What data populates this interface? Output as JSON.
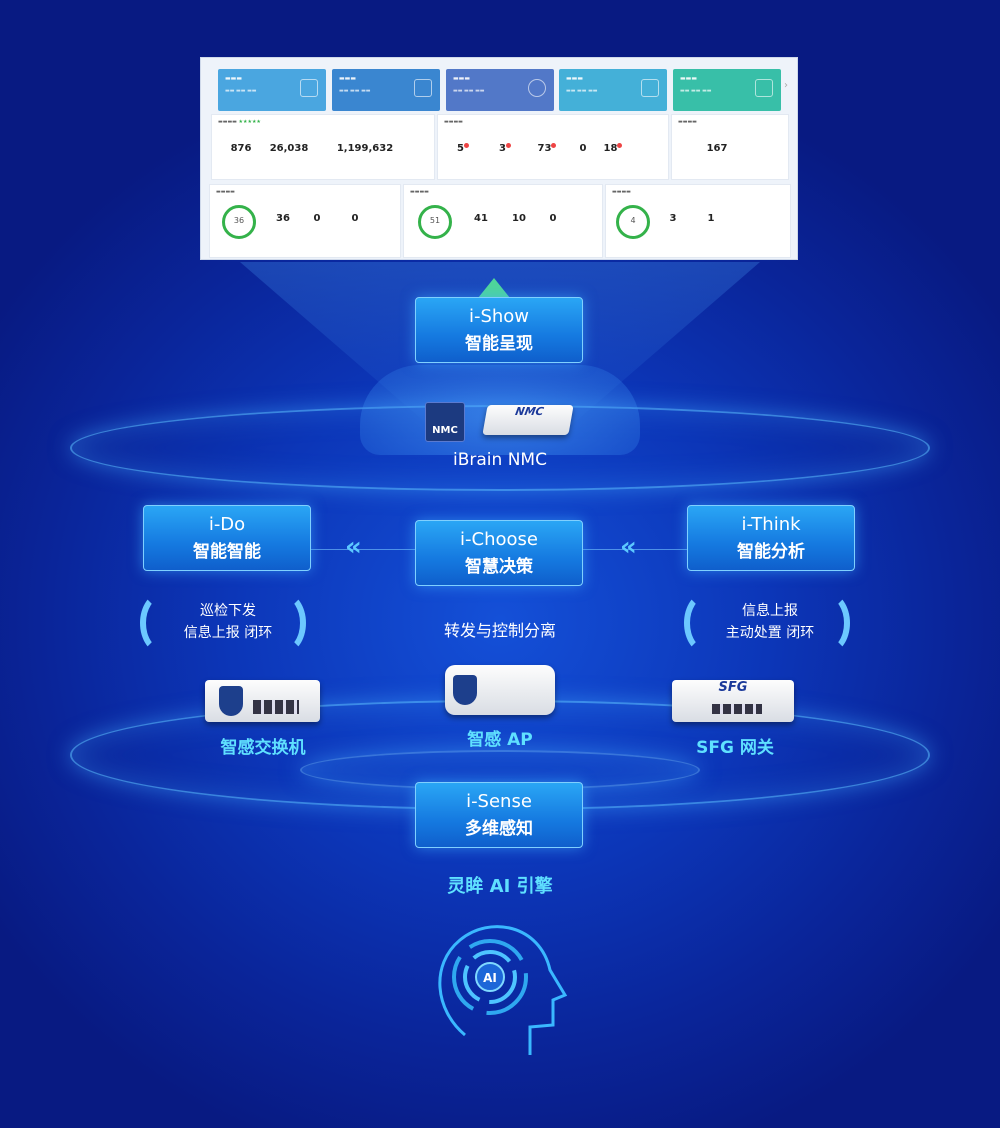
{
  "dashboard": {
    "cards": [
      {
        "color": "#4aa6e0"
      },
      {
        "color": "#3a86d0"
      },
      {
        "color": "#5278c8"
      },
      {
        "color": "#44b0d8"
      },
      {
        "color": "#38bfa8"
      }
    ],
    "row1": {
      "stats_a": [
        "876",
        "26,038",
        "1,199,632"
      ],
      "stats_b": [
        "5",
        "3",
        "73",
        "0",
        "18"
      ],
      "stats_c": [
        "167"
      ]
    },
    "row2": {
      "p1": {
        "ring": "36",
        "values": [
          "36",
          "0",
          "0"
        ]
      },
      "p2": {
        "ring": "51",
        "values": [
          "41",
          "10",
          "0"
        ]
      },
      "p3": {
        "ring": "4",
        "values": [
          "3",
          "1"
        ]
      }
    }
  },
  "layers": {
    "show": {
      "en": "i-Show",
      "zh": "智能呈现"
    },
    "choose": {
      "en": "i-Choose",
      "zh": "智慧决策"
    },
    "do": {
      "en": "i-Do",
      "zh": "智能智能"
    },
    "think": {
      "en": "i-Think",
      "zh": "智能分析"
    },
    "sense": {
      "en": "i-Sense",
      "zh": "多维感知"
    }
  },
  "nmc": {
    "label": "iBrain NMC",
    "badge1": "NMC",
    "badge2": "NMC"
  },
  "cycles": {
    "left": [
      "巡检下发",
      "信息上报 闭环"
    ],
    "center": "转发与控制分离",
    "right": [
      "信息上报",
      "主动处置 闭环"
    ]
  },
  "devices": {
    "switch": "智感交换机",
    "ap": "智感 AP",
    "gateway": "SFG 网关",
    "gateway_logo": "SFG"
  },
  "engine": {
    "title": "灵眸 AI 引擎",
    "icon_text": "AI"
  },
  "colors": {
    "accent": "#5fe0ff",
    "box": "#1579e0",
    "green": "#34b24a"
  }
}
